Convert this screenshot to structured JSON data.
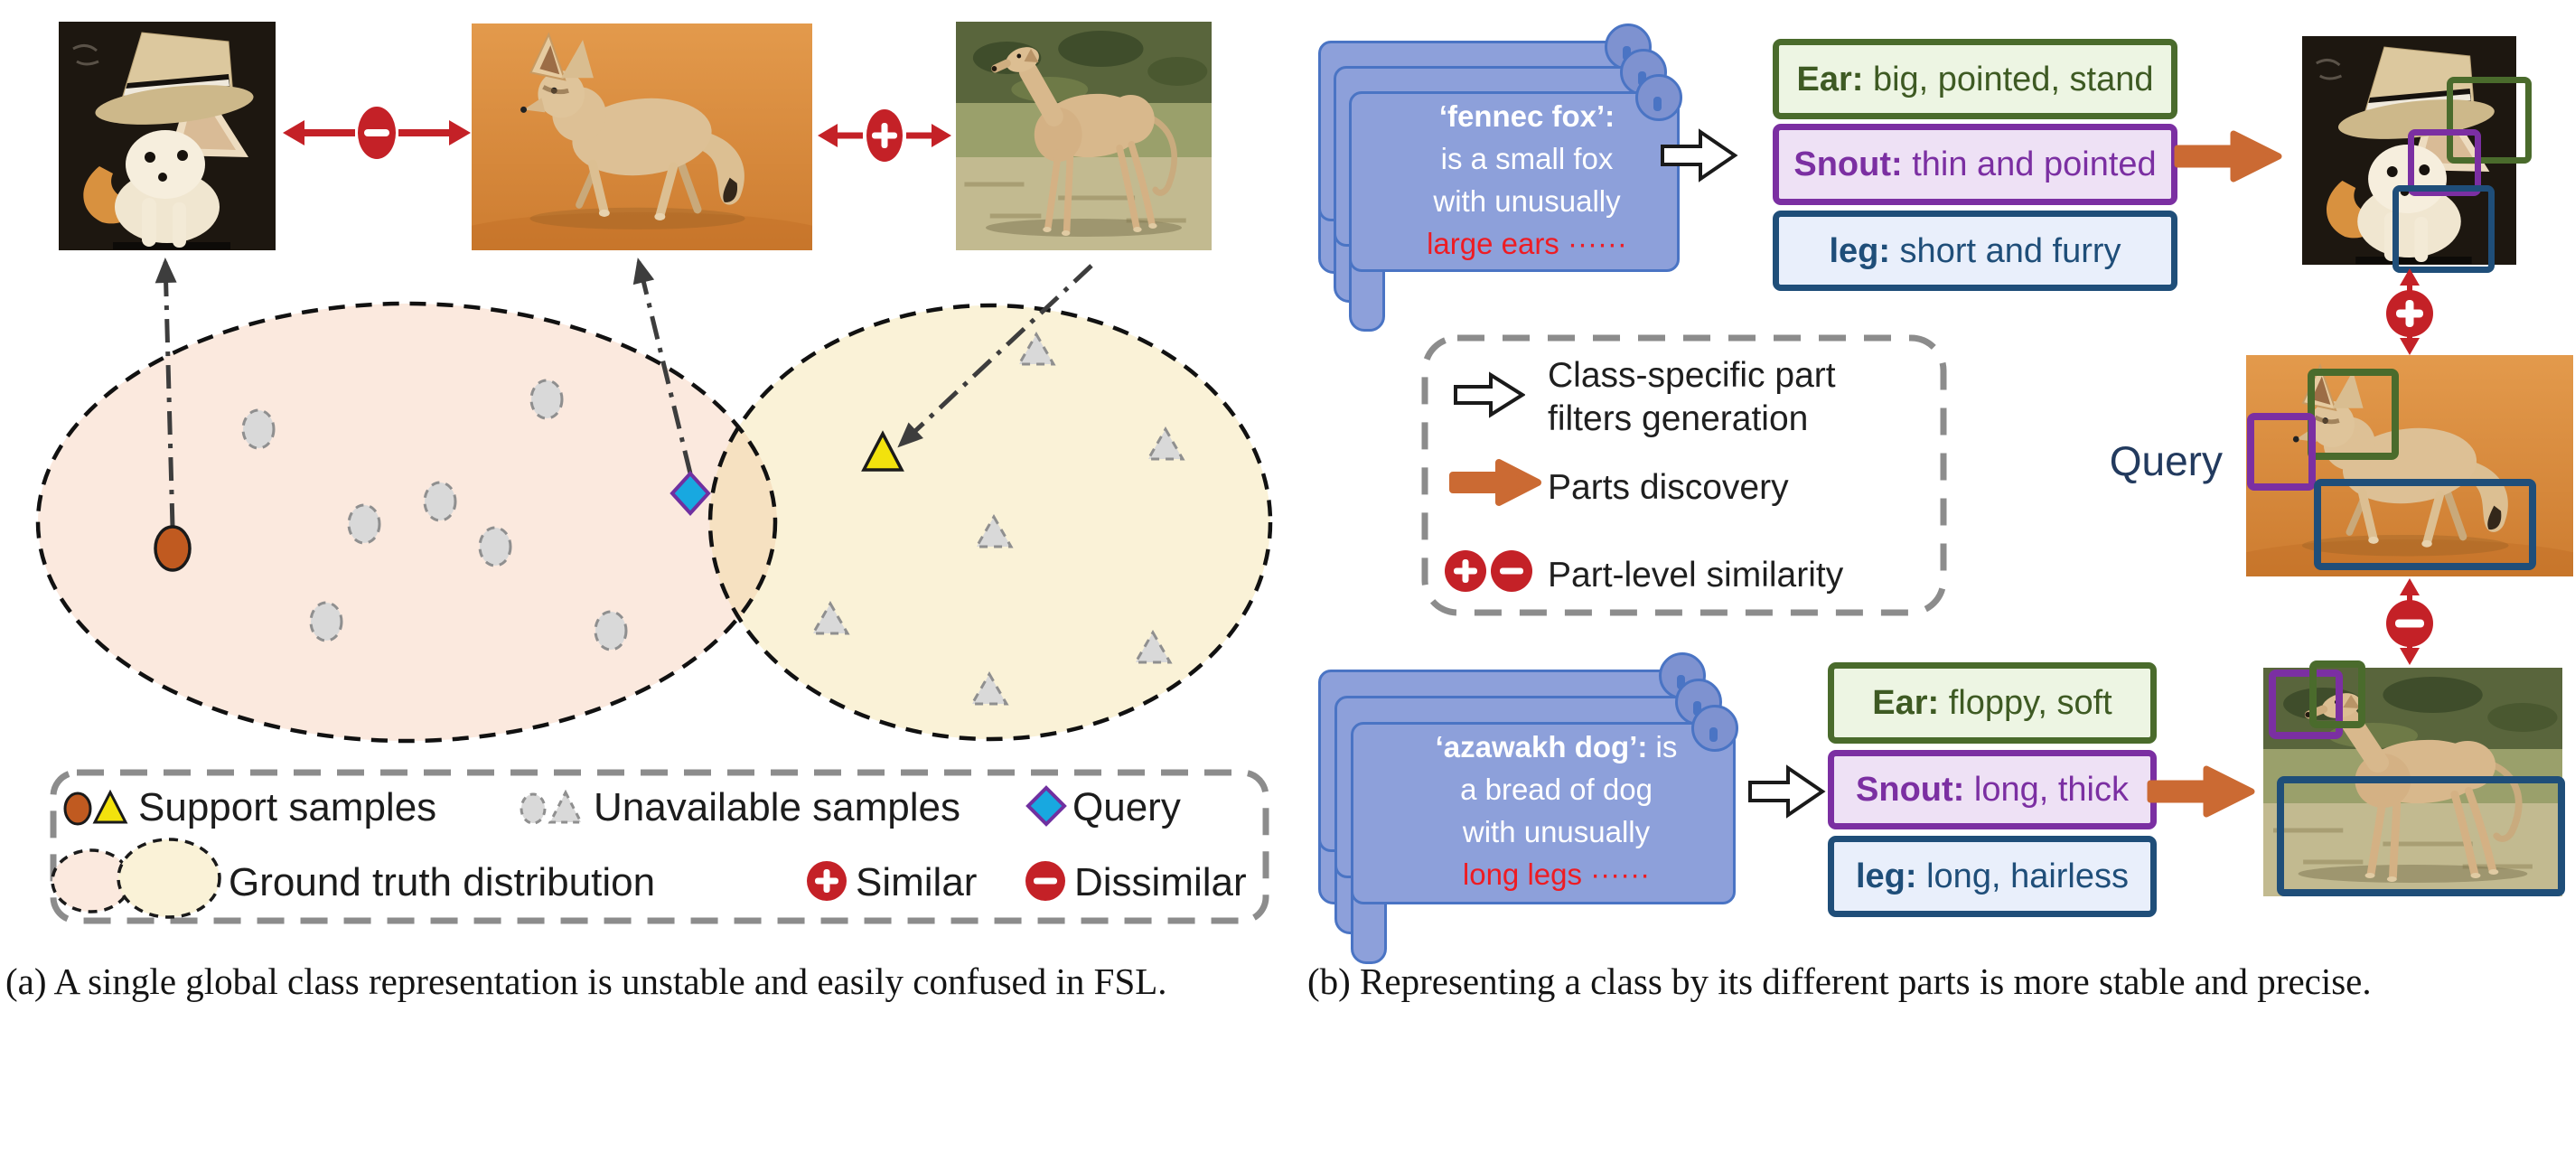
{
  "figure": {
    "panel_a": {
      "caption": "(a)  A single global class representation is unstable and easily confused in FSL.",
      "legend": {
        "support_samples": "Support samples",
        "unavailable_samples": "Unavailable samples",
        "query": "Query",
        "ground_truth": "Ground truth distribution",
        "similar": "Similar",
        "dissimilar": "Dissimilar"
      }
    },
    "panel_b": {
      "caption": "(b) Representing a class by its different parts is more stable and precise.",
      "query_label": "Query",
      "fennec_card": {
        "title": "‘fennec fox’:",
        "line2": "is a small fox",
        "line3": "with unusually",
        "line4": "large ears ······"
      },
      "azawakh_card": {
        "title": "‘azawakh dog’:",
        "title_rest": " is",
        "line2": "a bread of dog",
        "line3": "with unusually",
        "line4": "long legs ······"
      },
      "fennec_parts": [
        {
          "label": "Ear:",
          "desc": " big, pointed, stand"
        },
        {
          "label": "Snout:",
          "desc": " thin and pointed"
        },
        {
          "label": "leg:",
          "desc": " short and furry"
        }
      ],
      "azawakh_parts": [
        {
          "label": "Ear:",
          "desc": " floppy, soft"
        },
        {
          "label": "Snout:",
          "desc": " long, thick"
        },
        {
          "label": "leg:",
          "desc": " long, hairless"
        }
      ],
      "legend": {
        "filters_line1": "Class-specific part",
        "filters_line2": "filters generation",
        "discovery": "Parts discovery",
        "similarity": "Part-level similarity"
      }
    },
    "colors": {
      "accent_red": "#c42127",
      "card_text_red": "#ee1c23",
      "orange_arrow": "#cb6a33",
      "card_fill": "#8da0da",
      "card_border": "#4472c4",
      "part_green": "#4a6b2c",
      "part_purple": "#7b2fa2",
      "part_blue": "#1f4e79",
      "query_marker": "#18a8e0",
      "support_orange": "#c05a20",
      "support_yellow": "#f2e20d"
    }
  }
}
